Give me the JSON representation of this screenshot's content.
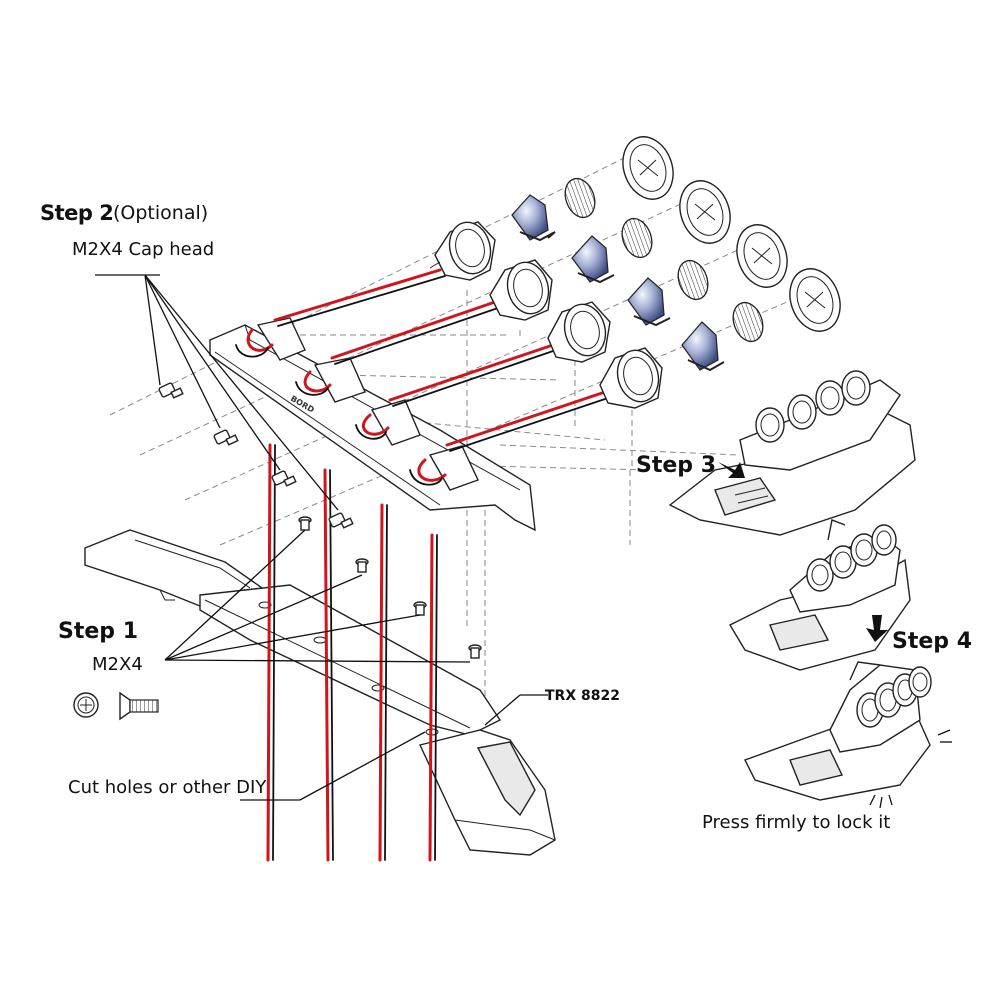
{
  "labels": {
    "step2_title": "Step 2",
    "step2_note": "(Optional)",
    "step2_screw": "M2X4 Cap head",
    "step1_title": "Step 1",
    "step1_screw": "M2X4",
    "step3_title": "Step 3",
    "step4_title": "Step 4",
    "model": "TRX 8822",
    "cut_holes": "Cut holes or other DIY",
    "press": "Press firmly to lock it"
  },
  "colors": {
    "wire_red": "#d0161b",
    "wire_black": "#111111",
    "lens_blue": "#5a6fa8",
    "outline": "#222222"
  },
  "icons": [
    "phillips-screw-head-icon",
    "countersunk-screw-icon",
    "push-arrow-icon"
  ]
}
